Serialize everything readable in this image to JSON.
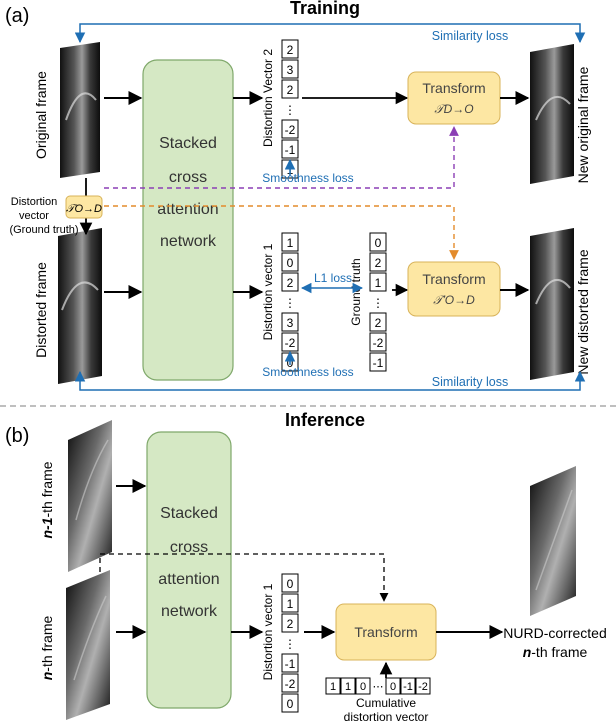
{
  "panel_a": {
    "label": "(a)",
    "title": "Training",
    "network": [
      "Stacked",
      "cross",
      "attention",
      "network"
    ],
    "original_frame": "Original frame",
    "distorted_frame": "Distorted frame",
    "gt_vector_label": [
      "Distortion",
      "vector",
      "(Ground truth)"
    ],
    "gt_vector_symbol": "𝒯O→D",
    "dv2_label": "Distortion Vector 2",
    "dv2_values": [
      "2",
      "3",
      "2",
      "⋮",
      "-2",
      "-1",
      "1"
    ],
    "dv1_label": "Distortion vector 1",
    "dv1_values": [
      "1",
      "0",
      "2",
      "⋮",
      "3",
      "-2",
      "0"
    ],
    "gt_label": "Ground truth",
    "gt_values": [
      "0",
      "2",
      "1",
      "⋮",
      "2",
      "-2",
      "-1"
    ],
    "smoothness_top": "Smoothness loss",
    "smoothness_bottom": "Smoothness loss",
    "l1_loss": "L1 loss",
    "similarity_top": "Similarity loss",
    "similarity_bottom": "Similarity loss",
    "transform_top": {
      "title": "Transform",
      "symbol": "𝒯D→O"
    },
    "transform_bottom": {
      "title": "Transform",
      "symbol": "𝒯'O→D"
    },
    "new_original": "New original frame",
    "new_distorted": "New distorted frame"
  },
  "panel_b": {
    "label": "(b)",
    "title": "Inference",
    "network": [
      "Stacked",
      "cross",
      "attention",
      "network"
    ],
    "frame_n1_bold": "n-1",
    "frame_n1_rest": "-th frame",
    "frame_n_bold": "n",
    "frame_n_rest": "-th frame",
    "dv1_label": "Distortion vector 1",
    "dv1_values": [
      "0",
      "1",
      "2",
      "⋮",
      "-1",
      "-2",
      "0"
    ],
    "transform": "Transform",
    "cumulative_values": [
      "1",
      "1",
      "0",
      "⋯",
      "0",
      "-1",
      "-2"
    ],
    "cumulative_label": [
      "Cumulative",
      "distortion vector"
    ],
    "output_line1": "NURD-corrected",
    "output_bold": "n",
    "output_rest": "-th frame"
  },
  "colors": {
    "network_fill": "#d5e8c4",
    "network_stroke": "#7fa86a",
    "transform_fill": "#fde7a3",
    "transform_stroke": "#d8b35a",
    "loss_blue": "#1f6fb4",
    "dash_purple": "#8b3fb5",
    "dash_orange": "#e38b2c",
    "divider": "#aaaaaa"
  }
}
